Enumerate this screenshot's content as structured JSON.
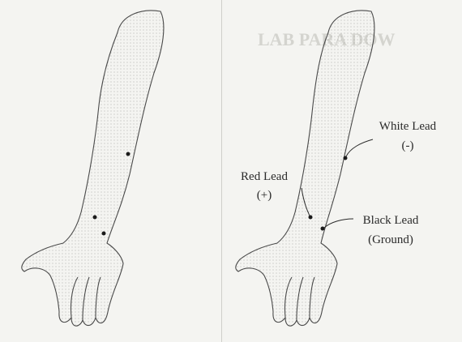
{
  "title": "",
  "panels": [
    {
      "name": "left-arm",
      "electrodes": 3
    },
    {
      "name": "right-arm",
      "electrodes": 3
    }
  ],
  "labels": {
    "white_lead": "White Lead",
    "white_sign": "(-)",
    "red_lead": "Red Lead",
    "red_sign": "(+)",
    "black_lead": "Black Lead",
    "black_sign": "(Ground)"
  },
  "background_text": "LAB PARA DOW",
  "colors": {
    "paper": "#f4f4f1",
    "line": "#4a4a4a",
    "ghost": "#d4d4cf"
  }
}
